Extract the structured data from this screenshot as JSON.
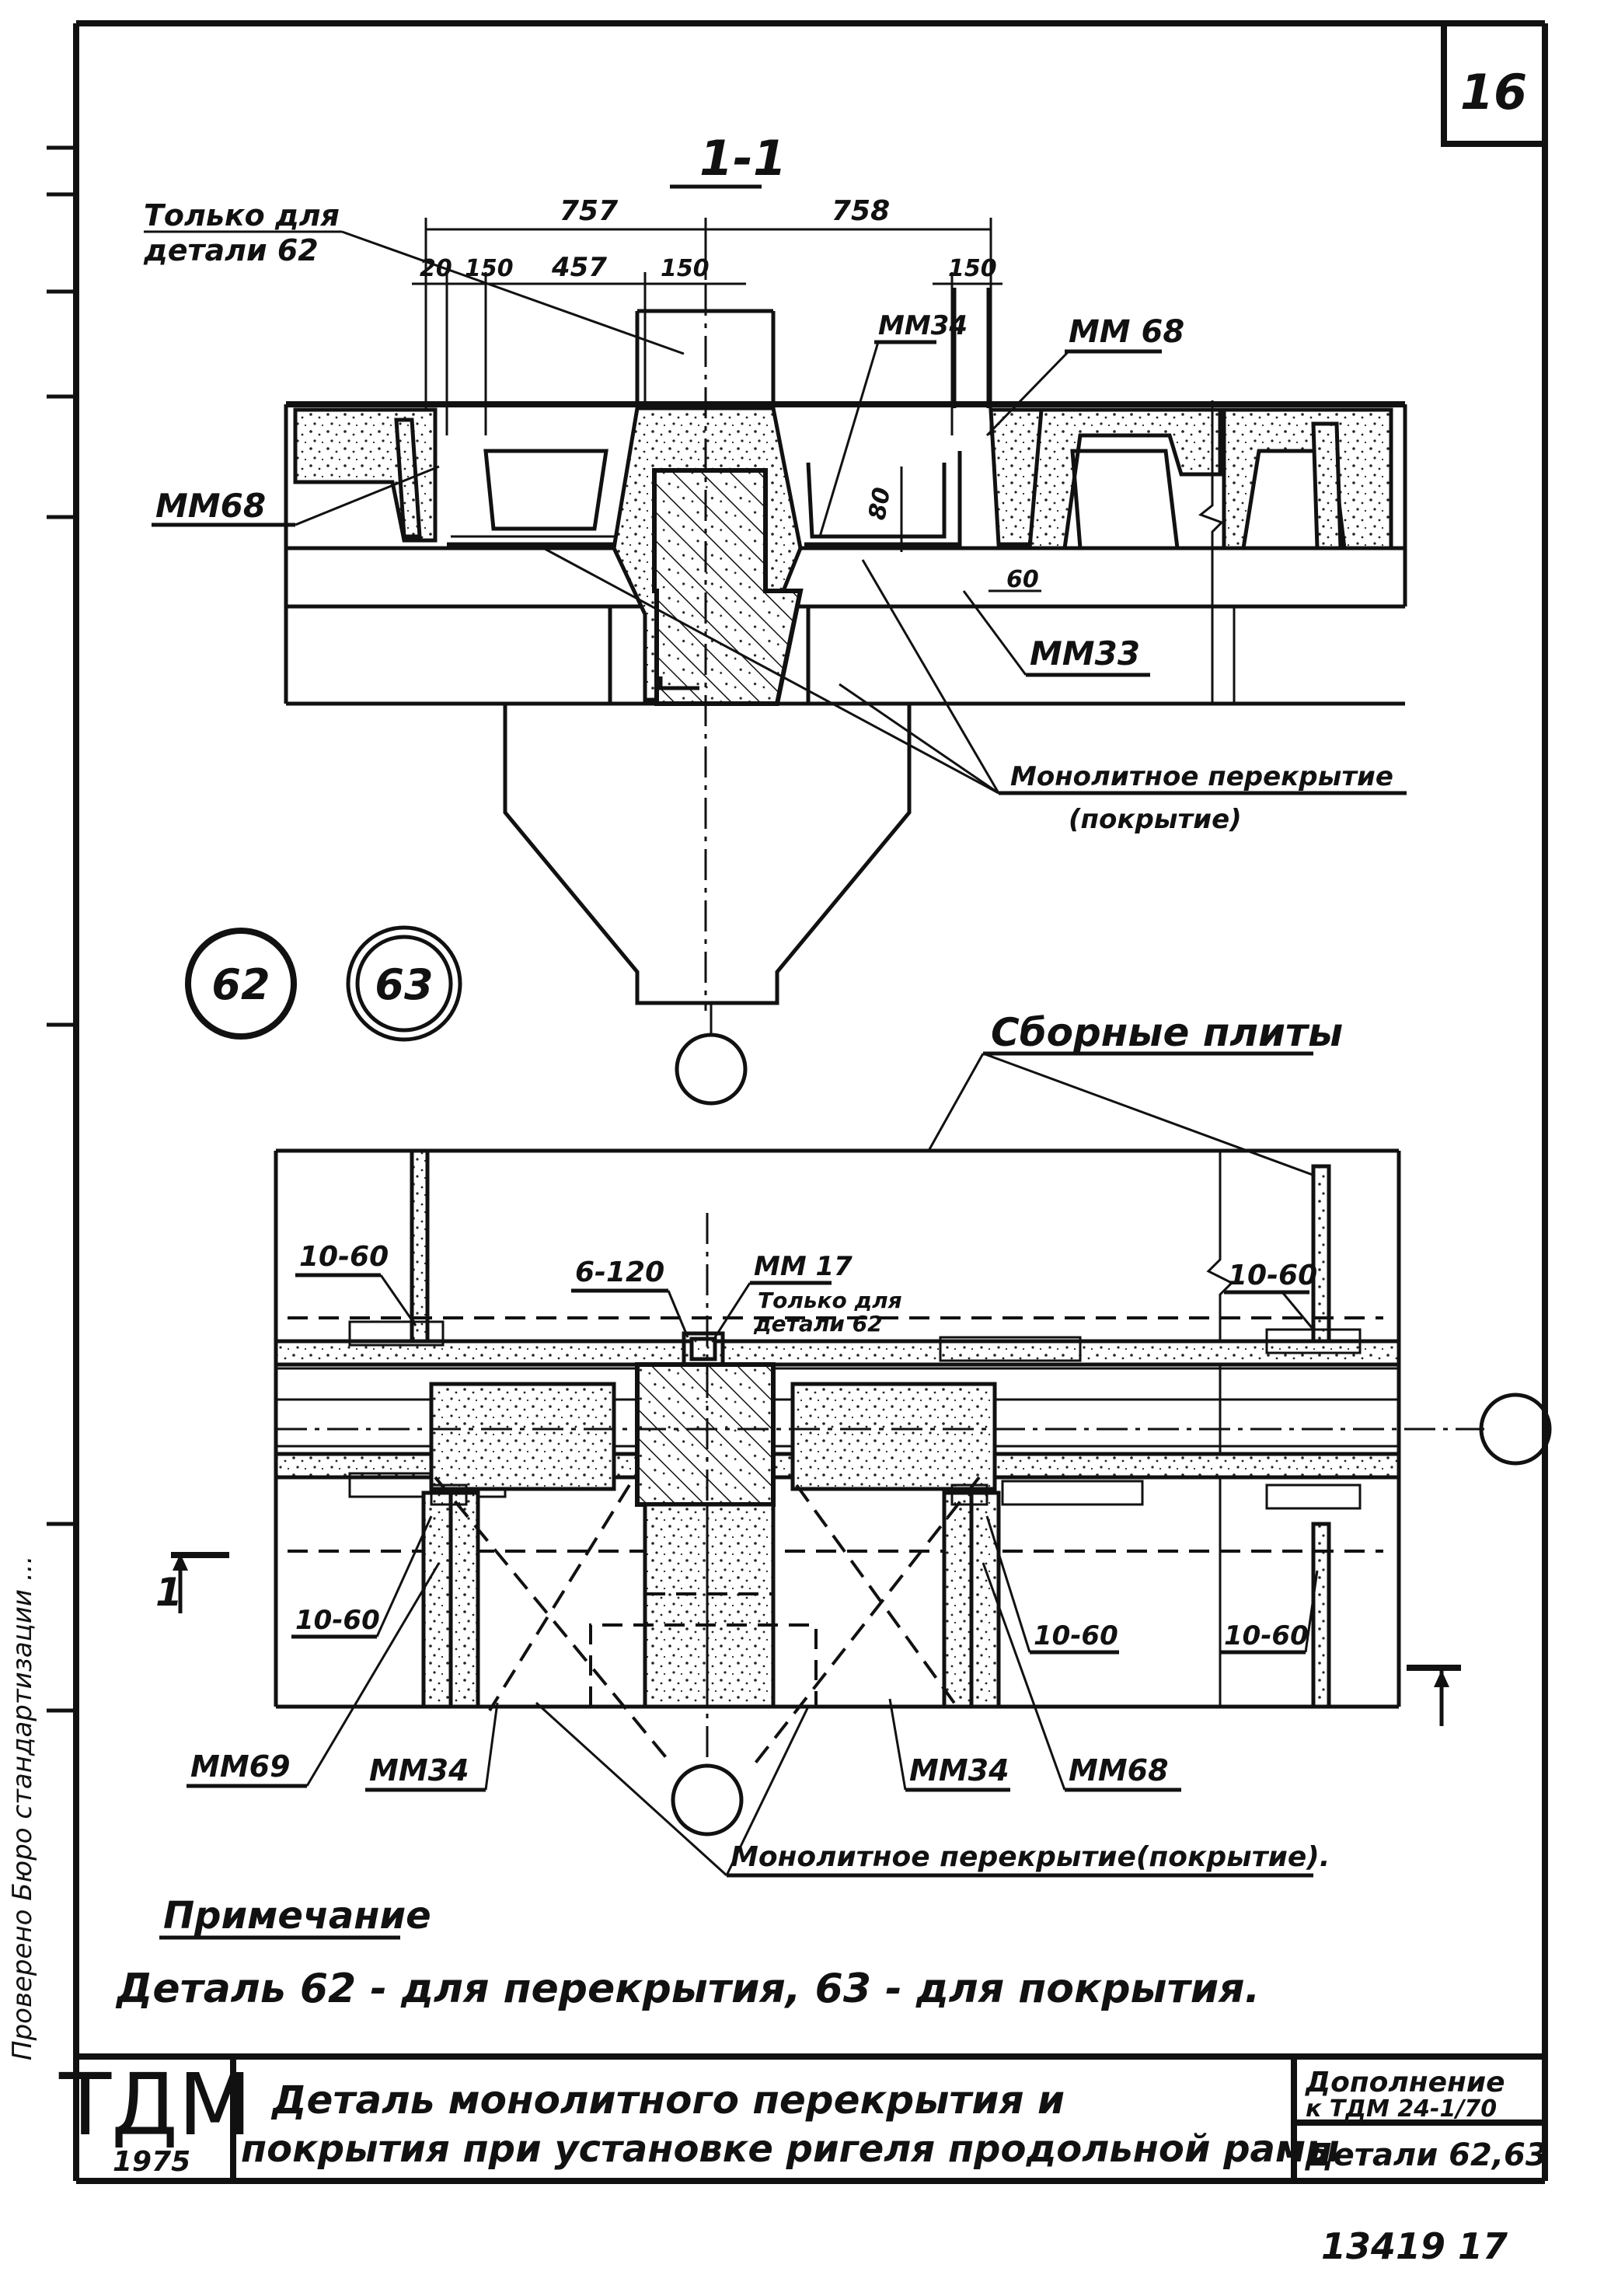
{
  "sheet": {
    "number": "16",
    "bottom_number": "13419  17"
  },
  "section": {
    "title": "1-1",
    "note_only_for_detail": "Только для\nдетали 62",
    "dims_top": [
      "757",
      "758"
    ],
    "dims_second": [
      "20",
      "150",
      "457",
      "150",
      "150"
    ],
    "dim_80": "80",
    "dim_60": "60",
    "labels": {
      "mm34": "ММ34",
      "mm68_right": "ММ 68",
      "mm68_left": "ММ68",
      "mm33": "ММ33",
      "monolith_line1": "Монолитное перекрытие",
      "monolith_line2": "(покрытие)"
    }
  },
  "details": {
    "d62": "62",
    "d63": "63"
  },
  "plan": {
    "precast_slabs": "Сборные плиты",
    "mm17": "ММ 17",
    "mm17_note": "Только для\nдетали 62",
    "label_6_120": "6-120",
    "label_10_60": "10-60",
    "section_mark": "1",
    "labels": {
      "mm69": "ММ69",
      "mm34_left": "ММ34",
      "mm34_right": "ММ34",
      "mm68": "ММ68",
      "monolith": "Монолитное перекрытие(покрытие)."
    }
  },
  "note": {
    "heading": "Примечание",
    "text": "Деталь 62 - для перекрытия, 63 - для покрытия."
  },
  "stamp": {
    "org": "ТДМ",
    "year": "1975",
    "title_line1": "Деталь монолитного перекрытия и",
    "title_line2": "покрытия при установке ригеля продольной рамы",
    "addendum_line1": "Дополнение",
    "addendum_line2": "к ТДМ 24-1/70",
    "details": "Детали 62,63"
  },
  "margin_text": "Проверено Бюро стандартизации ..."
}
